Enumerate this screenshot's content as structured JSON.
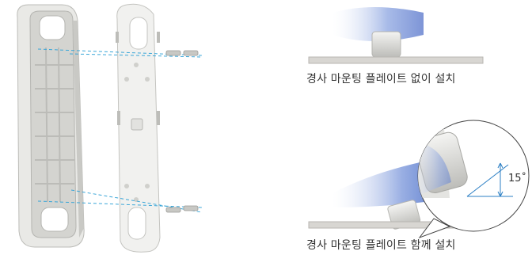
{
  "captions": {
    "without_plate": "경사 마운팅 플레이트 없이 설치",
    "with_plate": "경사 마운팅 플레이트 함께 설치"
  },
  "angle_label": "15˚",
  "colors": {
    "bracket": "#e6e6e4",
    "bracket_shadow": "#c8c8c4",
    "guide_lines": "#3aa6d8",
    "angle_lines": "#2b7fc4",
    "field_of_view": "#7f97d8",
    "wall": "#d8d6d2"
  },
  "icons": {
    "screw": "screw-icon",
    "doorbell": "doorbell-device-icon"
  }
}
